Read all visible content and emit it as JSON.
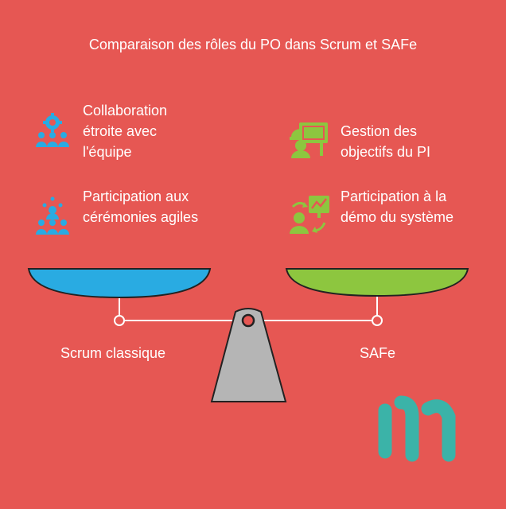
{
  "title": "Comparaison des rôles du PO dans Scrum et SAFe",
  "left": {
    "label": "Scrum classique",
    "color": "#29ABE2",
    "items": [
      {
        "text": "Collaboration étroite avec l'équipe",
        "icon": "team-gear-icon"
      },
      {
        "text": "Participation aux cérémonies agiles",
        "icon": "team-meeting-icon"
      }
    ]
  },
  "right": {
    "label": "SAFe",
    "color": "#8DC63F",
    "items": [
      {
        "text": "Gestion des objectifs du PI",
        "icon": "worker-board-icon"
      },
      {
        "text": "Participation à la démo du système",
        "icon": "presenter-demo-icon"
      }
    ]
  },
  "colors": {
    "background": "#E65753",
    "logo": "#3BB3A8",
    "fulcrum": "#B5B5B5"
  }
}
